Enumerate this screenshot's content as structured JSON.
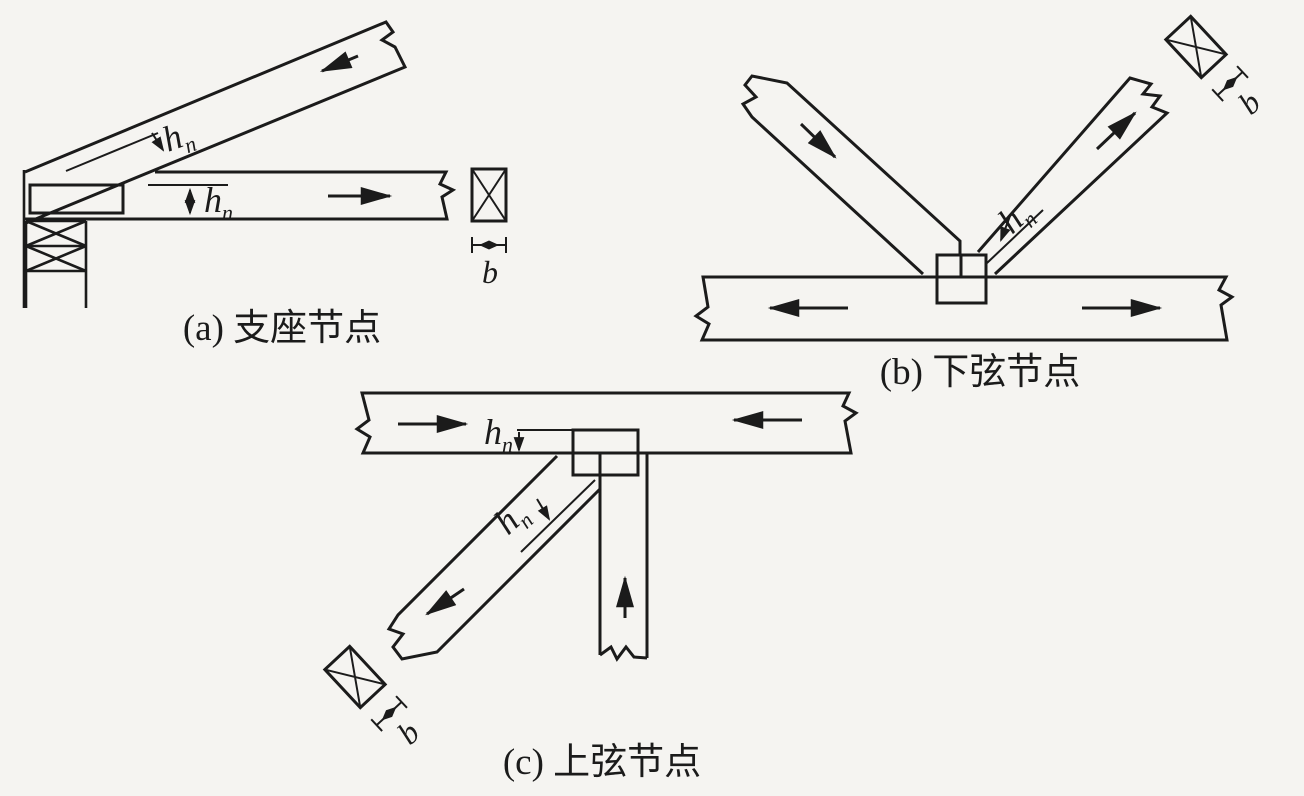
{
  "figure": {
    "background": "#f5f4f1",
    "line_color": "#1b1b1b",
    "type": "timber truss joint construction diagram"
  },
  "labels": {
    "caption_a": "(a) 支座节点",
    "caption_b": "(b) 下弦节点",
    "caption_c": "(c) 上弦节点",
    "notch_symbol": "h",
    "notch_sub": "n",
    "width_symbol": "b"
  }
}
